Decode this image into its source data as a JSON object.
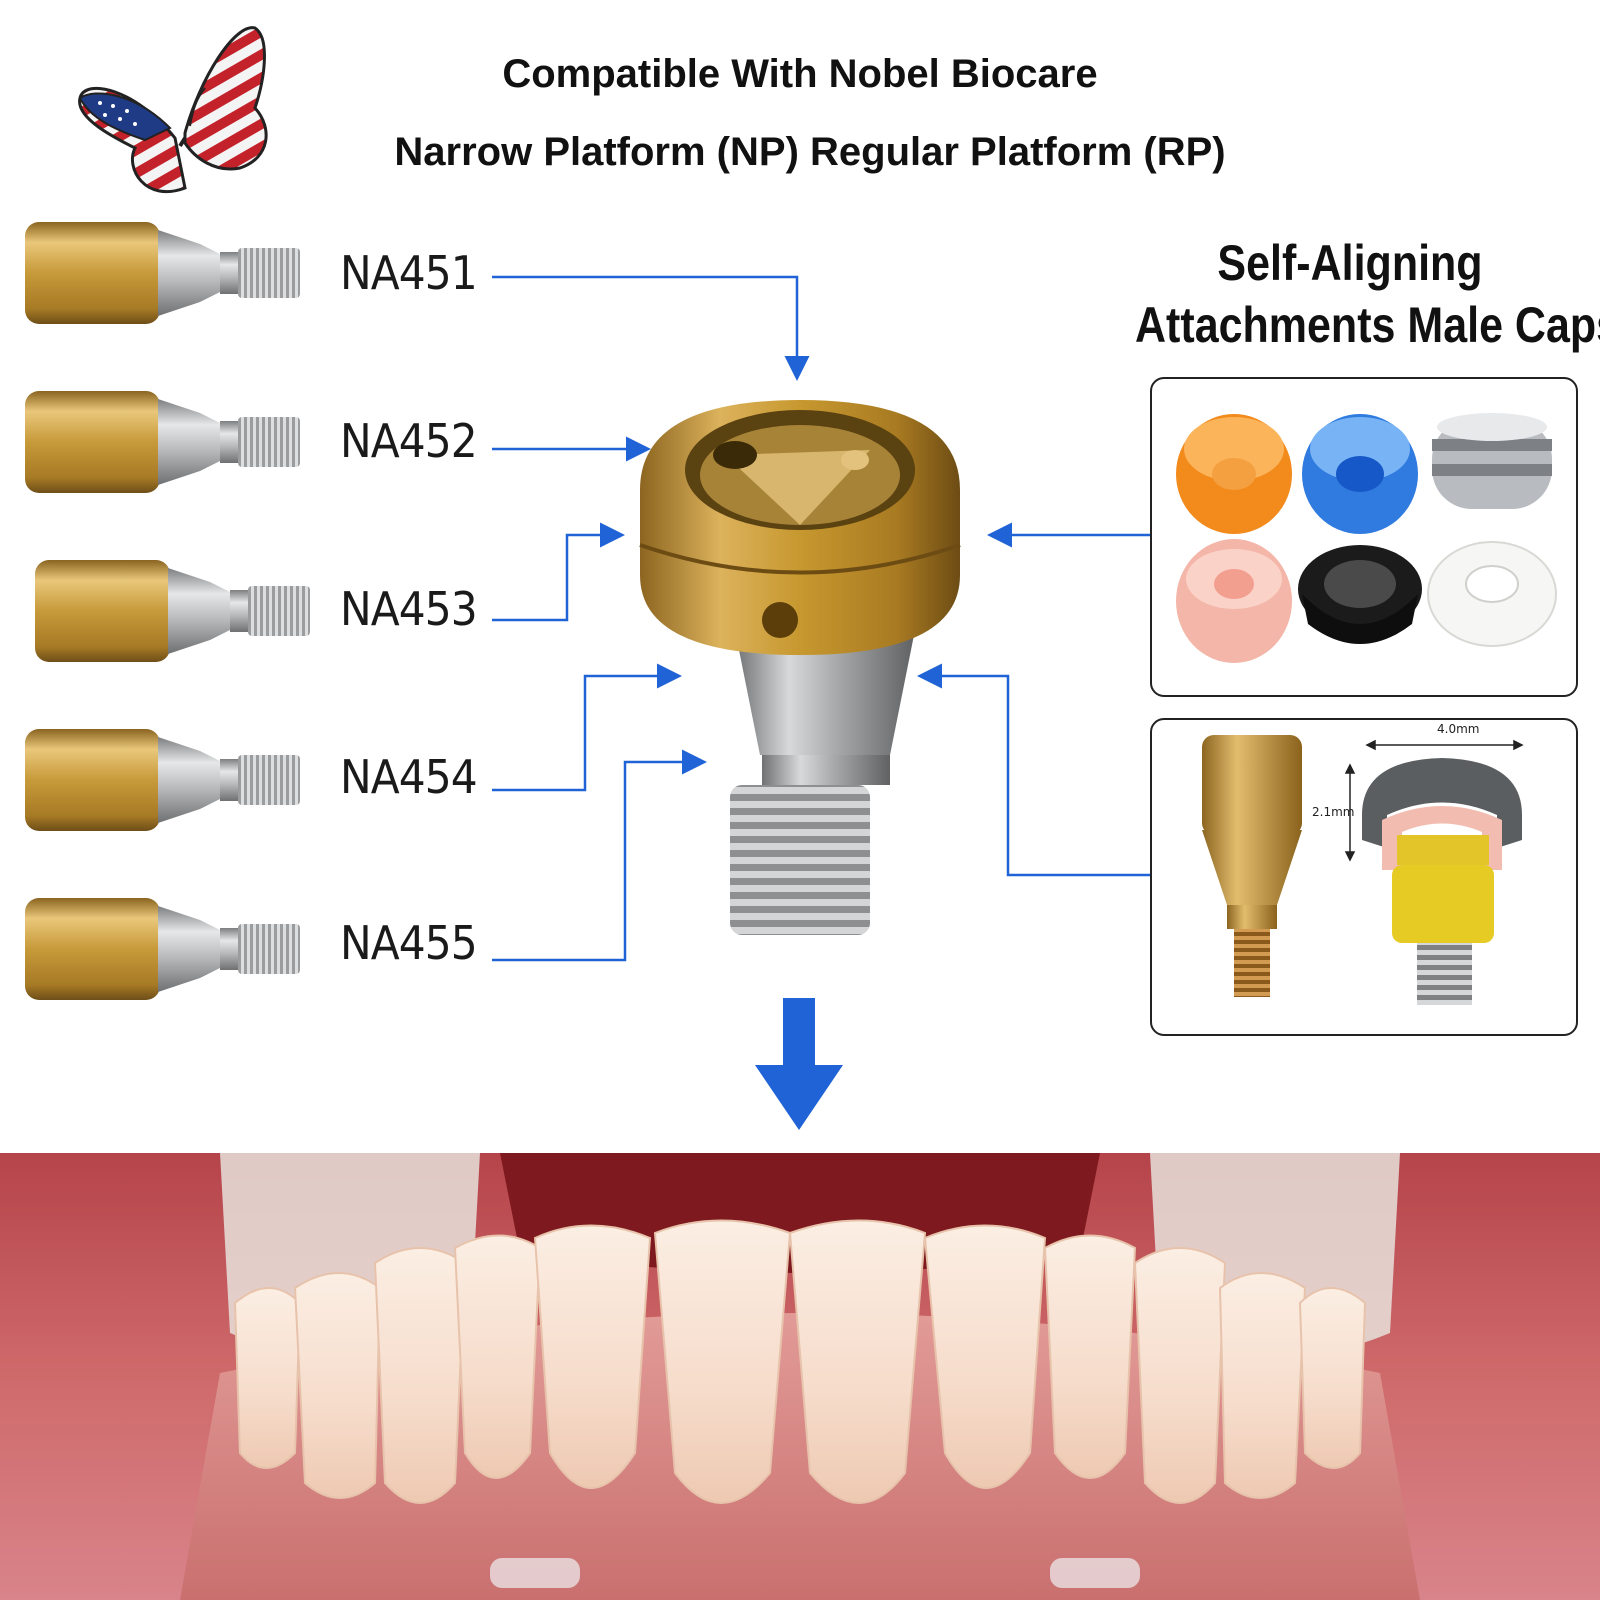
{
  "header": {
    "line1": "Compatible With Nobel Biocare",
    "line2": "Narrow Platform (NP) Regular Platform (RP)"
  },
  "logo": {
    "icon": "usa-flag-butterfly-icon"
  },
  "parts": [
    {
      "code": "NA451"
    },
    {
      "code": "NA452"
    },
    {
      "code": "NA453"
    },
    {
      "code": "NA454"
    },
    {
      "code": "NA455"
    }
  ],
  "caps_section": {
    "title_line1": "Self-Aligning",
    "title_line2": "Attachments Male Caps",
    "caps": [
      {
        "color": "#f28a1c"
      },
      {
        "color": "#2f7be0"
      },
      {
        "color": "#b8bcc0"
      },
      {
        "color": "#f4b6a8"
      },
      {
        "color": "#1b1b1b"
      },
      {
        "color": "#f6f6f4"
      }
    ]
  },
  "dimension_panel": {
    "width_label": "4.0mm",
    "height_label": "2.1mm"
  },
  "colors": {
    "arrow_blue": "#1f63d6",
    "gold": "#c79a3a",
    "steel": "#b7b9bb",
    "gum": "#c95b5d",
    "tooth": "#f6dccb"
  }
}
